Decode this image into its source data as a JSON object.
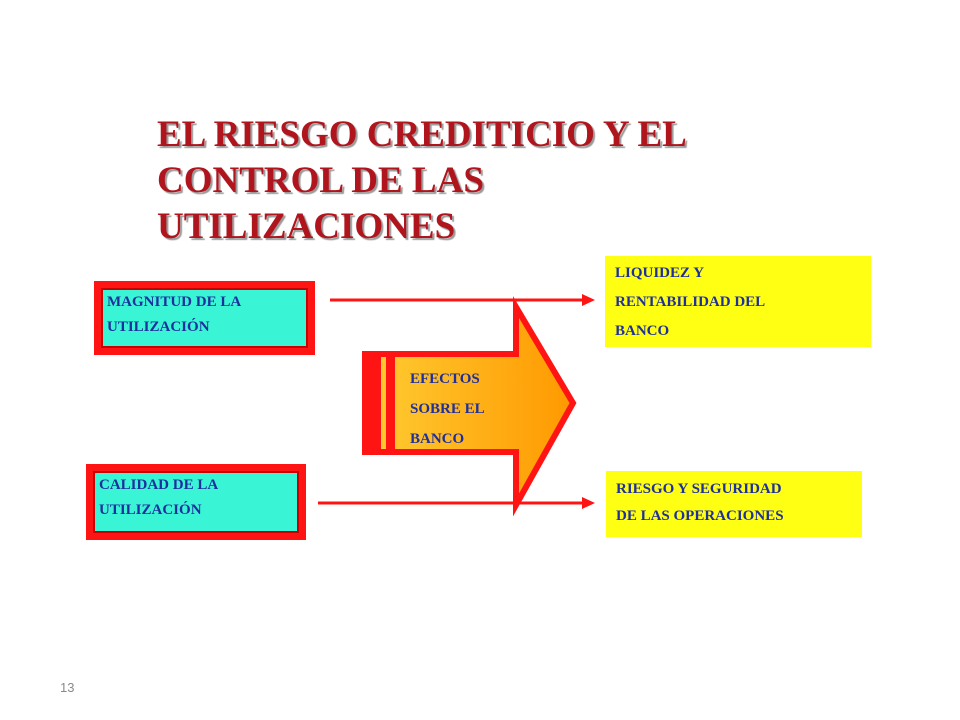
{
  "slide": {
    "title_lines": [
      "EL RIESGO CREDITICIO Y EL",
      "CONTROL DE LAS",
      "UTILIZACIONES"
    ],
    "page_number": "13"
  },
  "diagram": {
    "left_boxes": [
      {
        "lines": [
          "MAGNITUD DE LA",
          "UTILIZACIÓN"
        ]
      },
      {
        "lines": [
          "CALIDAD DE LA",
          "UTILIZACIÓN"
        ]
      }
    ],
    "center_arrow": {
      "lines": [
        "EFECTOS",
        "SOBRE EL",
        "BANCO"
      ]
    },
    "right_boxes": [
      {
        "lines": [
          "LIQUIDEZ Y",
          "RENTABILIDAD DEL",
          "BANCO"
        ]
      },
      {
        "lines": [
          "RIESGO Y SEGURIDAD",
          "DE LAS OPERACIONES"
        ]
      }
    ]
  },
  "colors": {
    "title": "#b0141c",
    "cyan_box": "#39f5d6",
    "red_border": "#ff1414",
    "yellow_box": "#ffff14",
    "text_blue": "#1f2f9c",
    "arrow_fill": "#ffa500",
    "arrow_red": "#ff1414"
  }
}
